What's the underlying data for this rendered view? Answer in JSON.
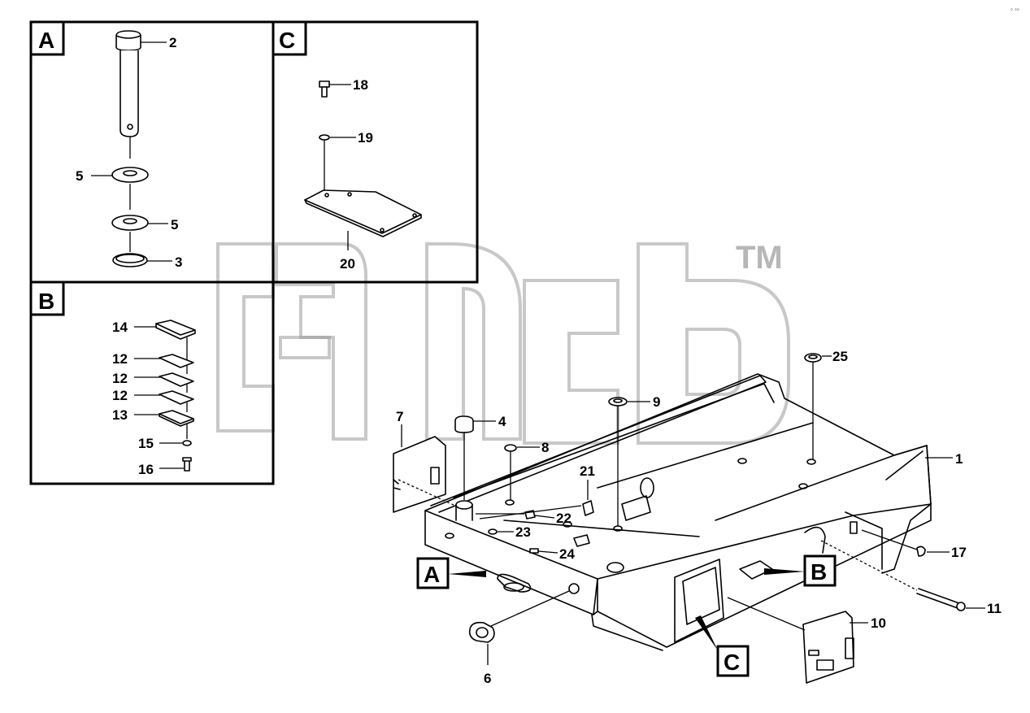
{
  "detail_views": [
    {
      "letter": "A"
    },
    {
      "letter": "B"
    },
    {
      "letter": "C"
    }
  ],
  "callout_letters": [
    "A",
    "B",
    "C"
  ],
  "watermark": {
    "tm": "TM"
  },
  "part_labels": {
    "p1": "1",
    "p2": "2",
    "p3": "3",
    "p4": "4",
    "p5a": "5",
    "p5b": "5",
    "p6": "6",
    "p7": "7",
    "p8": "8",
    "p9": "9",
    "p10": "10",
    "p11": "11",
    "p12a": "12",
    "p12b": "12",
    "p12c": "12",
    "p13": "13",
    "p14": "14",
    "p15": "15",
    "p16": "16",
    "p17": "17",
    "p18": "18",
    "p19": "19",
    "p20": "20",
    "p21": "21",
    "p22": "22",
    "p23": "23",
    "p24": "24",
    "p25": "25"
  },
  "colors": {
    "line": "#000000",
    "watermark": "#9a9a9a"
  }
}
